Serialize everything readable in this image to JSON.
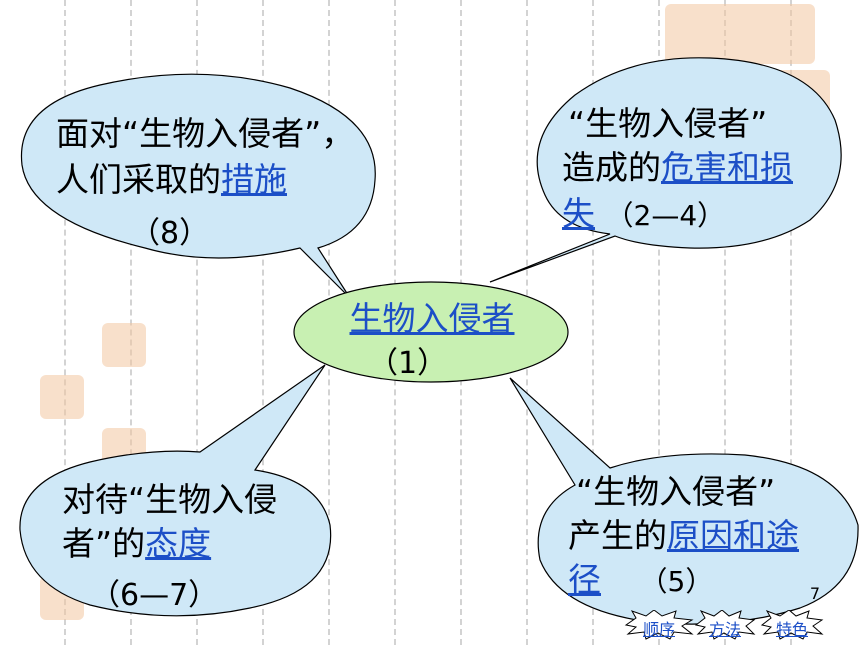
{
  "center": {
    "title": "生物入侵者",
    "number": "（1）"
  },
  "bubbles": {
    "measures": {
      "line1": "面对“生物入侵者”，",
      "line2_prefix": "人们采取的",
      "link": "措施",
      "number": "（8）"
    },
    "harm": {
      "line1": "“生物入侵者”",
      "line2_prefix": "造成的",
      "link_part1": "危害和损",
      "link_part2": "失",
      "number": "（2—4）"
    },
    "attitude": {
      "line1": "对待“生物入侵",
      "line2_prefix": "者”的",
      "link": "态度",
      "number": "（6—7）"
    },
    "cause": {
      "line1": "“生物入侵者”",
      "line2_prefix": "产生的",
      "link_part1": "原因和途",
      "link_part2": "径",
      "number": "（5）"
    }
  },
  "page_number": "7",
  "nav_buttons": [
    "顺序",
    "方法",
    "特色"
  ],
  "colors": {
    "bubble_fill": "#cfe8f7",
    "center_fill": "#c8f0b2",
    "link": "#1c4fc7"
  }
}
